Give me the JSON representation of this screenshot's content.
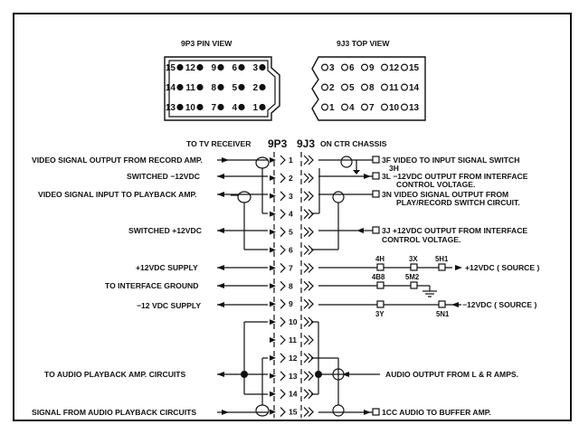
{
  "diagram": {
    "view_titles": {
      "plug": "9P3 PIN VIEW",
      "jack": "9J3 TOP VIEW"
    },
    "plug_pins": [
      [
        "15",
        "12",
        "9",
        "6",
        "3"
      ],
      [
        "14",
        "11",
        "8",
        "5",
        "2"
      ],
      [
        "13",
        "10",
        "7",
        "4",
        "1"
      ]
    ],
    "jack_pins": [
      [
        "3",
        "6",
        "9",
        "12",
        "15"
      ],
      [
        "2",
        "5",
        "8",
        "11",
        "14"
      ],
      [
        "1",
        "4",
        "7",
        "10",
        "13"
      ]
    ],
    "header": {
      "left": "TO TV RECEIVER",
      "plug": "9P3",
      "jack": "9J3",
      "right": "ON CTR CHASSIS"
    },
    "pins": [
      "1",
      "2",
      "3",
      "4",
      "5",
      "6",
      "7",
      "8",
      "9",
      "10",
      "11",
      "12",
      "13",
      "14",
      "15"
    ],
    "left_labels": [
      {
        "pin": "1",
        "text": "VIDEO SIGNAL OUTPUT FROM RECORD AMP."
      },
      {
        "pin": "2",
        "text": "SWITCHED −12VDC"
      },
      {
        "pin": "3",
        "text": "VIDEO SIGNAL INPUT TO PLAYBACK AMP."
      },
      {
        "pin": "5",
        "text": "SWITCHED +12VDC"
      },
      {
        "pin": "7",
        "text": "+12VDC SUPPLY"
      },
      {
        "pin": "8",
        "text": "TO INTERFACE GROUND"
      },
      {
        "pin": "9",
        "text": "−12 VDC SUPPLY"
      },
      {
        "pin": "13",
        "text": "TO AUDIO PLAYBACK AMP. CIRCUITS"
      },
      {
        "pin": "15",
        "text": "SIGNAL FROM AUDIO PLAYBACK CIRCUITS"
      }
    ],
    "right_labels": [
      {
        "pin": "1",
        "line1": "3F VIDEO TO INPUT SIGNAL SWITCH",
        "line2": "3H"
      },
      {
        "pin": "2",
        "line1": "3L −12VDC OUTPUT FROM INTERFACE",
        "line2": "CONTROL VOLTAGE."
      },
      {
        "pin": "3",
        "line1": "3N VIDEO SIGNAL OUTPUT FROM",
        "line2": "PLAY/RECORD SWITCH CIRCUIT."
      },
      {
        "pin": "5",
        "line1": "3J +12VDC OUTPUT FROM INTERFACE",
        "line2": "CONTROL VOLTAGE."
      },
      {
        "pin": "13",
        "line1": "AUDIO OUTPUT FROM L & R AMPS.",
        "line2": ""
      },
      {
        "pin": "15",
        "line1": "1CC AUDIO TO BUFFER AMP.",
        "line2": ""
      }
    ],
    "supply_terminals": {
      "top": [
        "4H",
        "3X",
        "5H1"
      ],
      "bottom": [
        "4B8",
        "5M2"
      ],
      "minus": [
        "3Y",
        "5N1"
      ]
    },
    "source_labels": {
      "plus": "+12VDC ( SOURCE )",
      "minus": "−12VDC ( SOURCE )"
    }
  }
}
